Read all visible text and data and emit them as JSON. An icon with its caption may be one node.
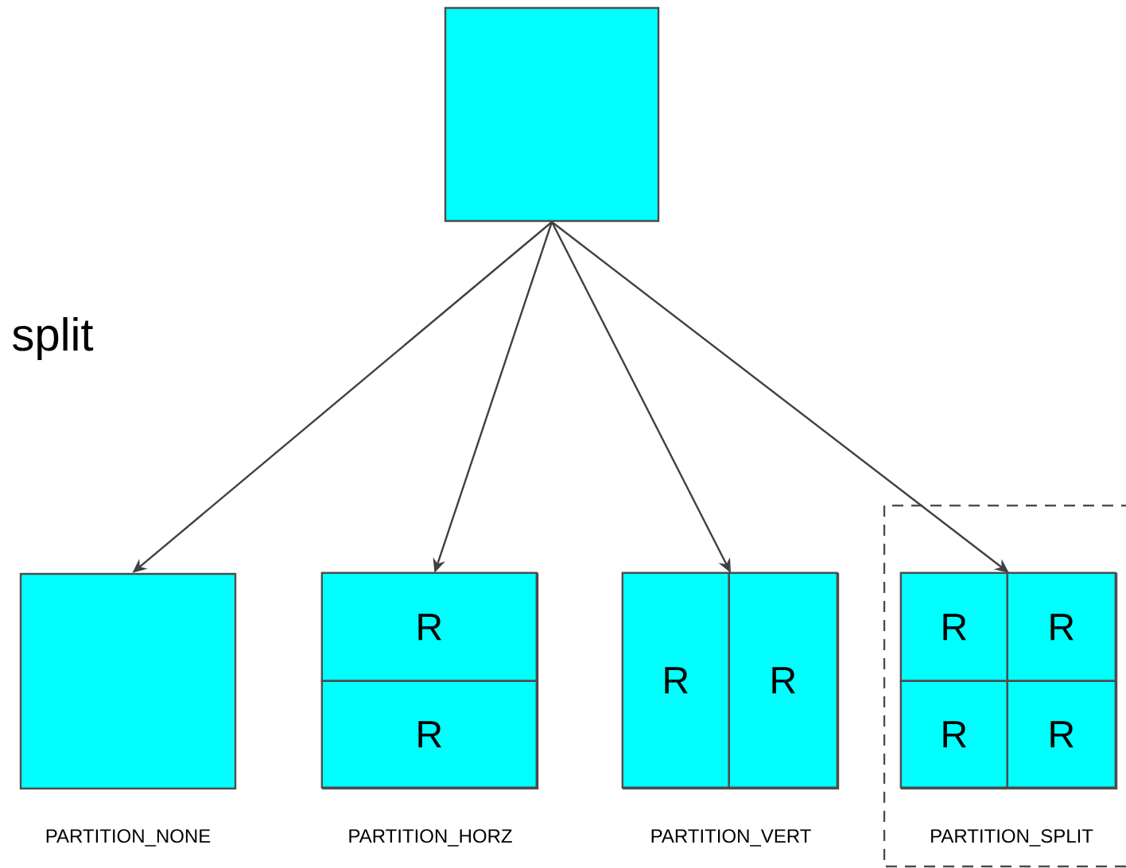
{
  "diagram": {
    "nodes": [
      {
        "text": [],
        "shape": "box"
      },
      {
        "text": [],
        "shape": "box",
        "beside": [
          "PARTITION_NONE"
        ]
      },
      {
        "text": [],
        "shape": "box",
        "beside": [
          "PARTITION_HORZ"
        ]
      },
      {
        "text": [
          "R"
        ],
        "in": 2
      },
      {
        "text": [
          "R"
        ],
        "in": 2
      },
      {
        "text": [],
        "shape": "box",
        "beside": [
          "PARTITION_VERT"
        ]
      },
      {
        "text": [
          "R"
        ],
        "in": 5
      },
      {
        "text": [
          "R"
        ],
        "in": 5
      },
      {
        "text": [
          "PARTITION_SPLIT"
        ]
      },
      {
        "text": [],
        "shape": "box",
        "in": 8
      },
      {
        "text": [
          "R"
        ],
        "in": 9
      },
      {
        "text": [
          "R"
        ],
        "in": 9
      },
      {
        "text": [
          "R"
        ],
        "in": 9
      },
      {
        "text": [
          "R"
        ],
        "in": 9
      }
    ],
    "edges": [
      {
        "from": 0,
        "to": 1,
        "arrow": "to"
      },
      {
        "from": 0,
        "to": 2,
        "arrow": "to"
      },
      {
        "from": 0,
        "to": 5,
        "arrow": "to"
      },
      {
        "from": 0,
        "to": 9,
        "arrow": "to"
      }
    ],
    "labels": [
      "split"
    ]
  }
}
